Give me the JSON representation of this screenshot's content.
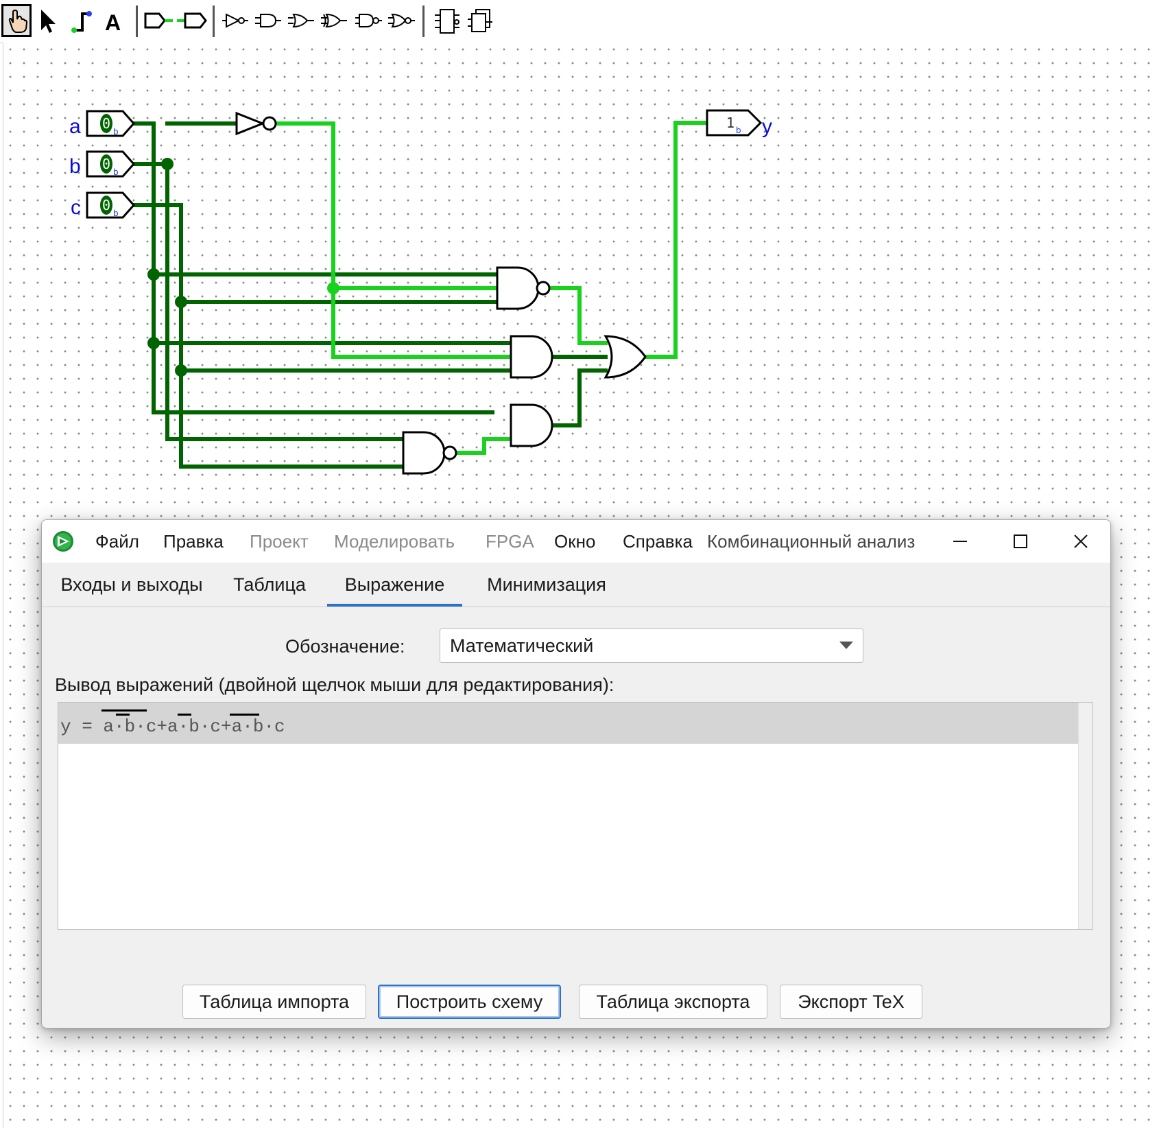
{
  "toolbar": {
    "tools": [
      "hand-poke-icon",
      "arrow-select-icon",
      "wiring-icon",
      "text-tool-icon",
      "input-pin-icon",
      "output-pin-icon",
      "not-gate-icon",
      "buffer-icon",
      "and-gate-icon",
      "or-gate-icon",
      "nand-gate-icon",
      "nor-gate-icon",
      "subcircuit-icon",
      "layers-icon"
    ],
    "selected": "hand-poke-icon"
  },
  "circuit": {
    "inputs": [
      {
        "label": "a",
        "value": "0",
        "unit": "b"
      },
      {
        "label": "b",
        "value": "0",
        "unit": "b"
      },
      {
        "label": "c",
        "value": "0",
        "unit": "b"
      }
    ],
    "output": {
      "label": "y",
      "value": "1",
      "unit": "b"
    },
    "colors": {
      "wire_low": "#006400",
      "wire_high": "#19d21e",
      "pin_label": "#0a0ae0",
      "pin_fill": "#006400"
    }
  },
  "dialog": {
    "menu": [
      {
        "label": "Файл",
        "enabled": true
      },
      {
        "label": "Правка",
        "enabled": true
      },
      {
        "label": "Проект",
        "enabled": false
      },
      {
        "label": "Моделировать",
        "enabled": false
      },
      {
        "label": "FPGA",
        "enabled": false
      },
      {
        "label": "Окно",
        "enabled": true
      },
      {
        "label": "Справка",
        "enabled": true
      }
    ],
    "title": "Комбинационный анализ",
    "tabs": [
      "Входы и выходы",
      "Таблица",
      "Выражение",
      "Минимизация"
    ],
    "active_tab": "Выражение",
    "notation_label": "Обозначение:",
    "notation_value": "Математический",
    "expr_caption": "Вывод выражений (двойной щелчок мыши для редактирования):",
    "expression": "y = a·b·c+a·b·c+a·b·c",
    "buttons": [
      "Таблица импорта",
      "Построить схему",
      "Таблица экспорта",
      "Экспорт TeX"
    ],
    "default_button": "Построить схему",
    "accent": "#2e71c9"
  }
}
